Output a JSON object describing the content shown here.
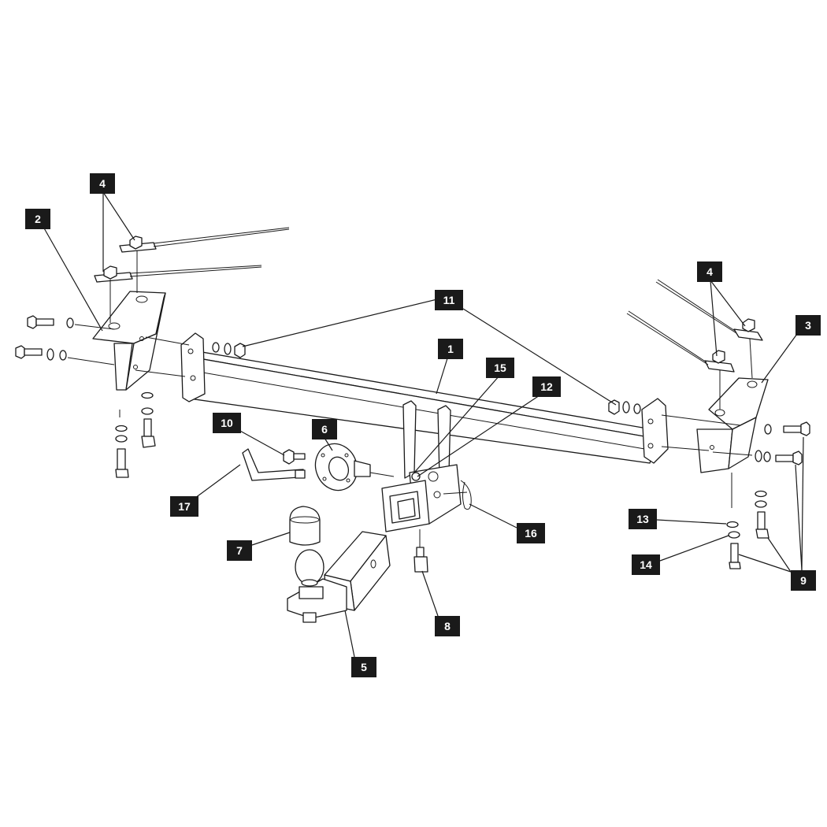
{
  "diagram": {
    "labels": {
      "p1": "1",
      "p2": "2",
      "p3": "3",
      "p4a": "4",
      "p4b": "4",
      "p5": "5",
      "p6": "6",
      "p7": "7",
      "p8": "8",
      "p9": "9",
      "p10": "10",
      "p11": "11",
      "p12": "12",
      "p13": "13",
      "p14": "14",
      "p15": "15",
      "p16": "16",
      "p17": "17"
    }
  }
}
